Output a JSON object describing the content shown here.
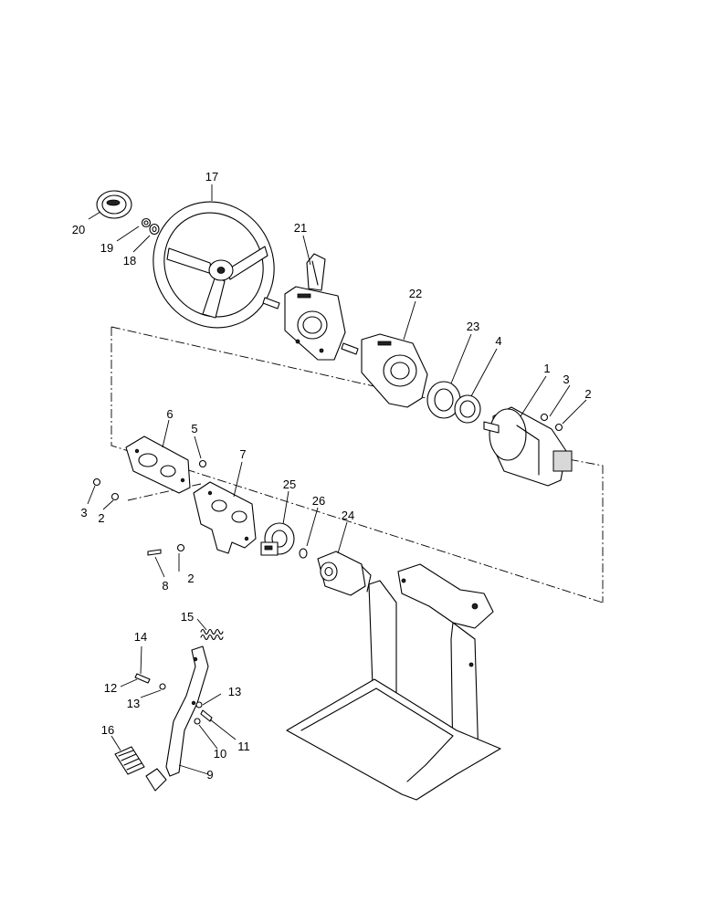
{
  "callouts": {
    "c1": "1",
    "c2a": "2",
    "c2b": "2",
    "c2c": "2",
    "c3a": "3",
    "c3b": "3",
    "c4": "4",
    "c5": "5",
    "c6": "6",
    "c7": "7",
    "c8": "8",
    "c9": "9",
    "c10": "10",
    "c11": "11",
    "c12": "12",
    "c13a": "13",
    "c13b": "13",
    "c14": "14",
    "c15": "15",
    "c16": "16",
    "c17": "17",
    "c18": "18",
    "c19": "19",
    "c20": "20",
    "c21": "21",
    "c22": "22",
    "c23": "23",
    "c24": "24",
    "c25": "25",
    "c26": "26"
  }
}
